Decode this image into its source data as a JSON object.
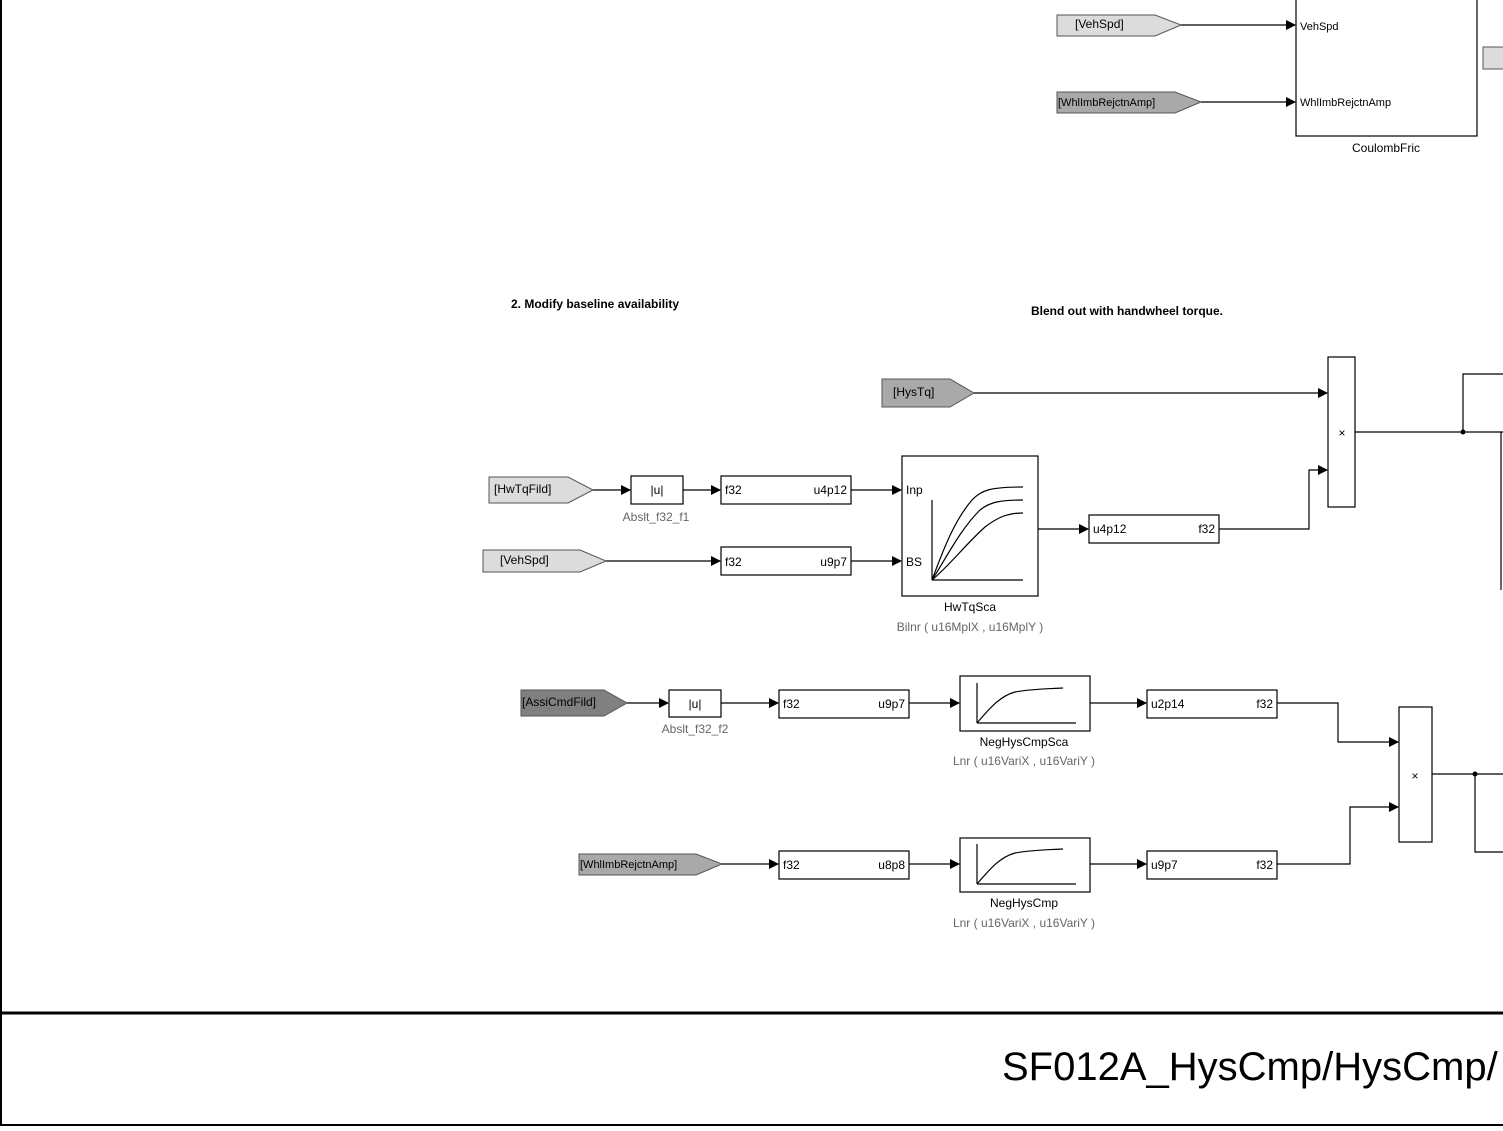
{
  "annotations": {
    "section2": "2. Modify baseline availability",
    "blend_note": "Blend out with handwheel torque."
  },
  "tags": {
    "vehspd_top": "[VehSpd]",
    "whlimb_top": "[WhlImbRejctnAmp]",
    "hystq": "[HysTq]",
    "hwtqfild": "[HwTqFild]",
    "vehspd_mid": "[VehSpd]",
    "assicmdfild": "[AssiCmdFild]",
    "whlimb_bot": "[WhlImbRejctnAmp]"
  },
  "coulomb": {
    "port_vehspd": "VehSpd",
    "port_whlimb": "WhlImbRejctnAmp",
    "name": "CoulombFric"
  },
  "abs1": {
    "symbol": "|u|",
    "name": "Abslt_f32_f1"
  },
  "abs2": {
    "symbol": "|u|",
    "name": "Abslt_f32_f2"
  },
  "conv": {
    "c1_in": "f32",
    "c1_out": "u4p12",
    "c2_in": "f32",
    "c2_out": "u9p7",
    "c3_in": "u4p12",
    "c3_out": "f32",
    "c4_in": "f32",
    "c4_out": "u9p7",
    "c5_in": "u2p14",
    "c5_out": "f32",
    "c6_in": "f32",
    "c6_out": "u8p8",
    "c7_in": "u9p7",
    "c7_out": "f32"
  },
  "hwtqsca": {
    "port_inp": "Inp",
    "port_bs": "BS",
    "name": "HwTqSca",
    "subtitle": "Bilnr ( u16MplX , u16MplY )"
  },
  "neghyscmpsca": {
    "name": "NegHysCmpSca",
    "subtitle": "Lnr ( u16VariX , u16VariY )"
  },
  "neghyscmp": {
    "name": "NegHysCmp",
    "subtitle": "Lnr ( u16VariX , u16VariY )"
  },
  "product": {
    "symbol": "×"
  },
  "footer": {
    "path": "SF012A_HysCmp/HysCmp/"
  }
}
